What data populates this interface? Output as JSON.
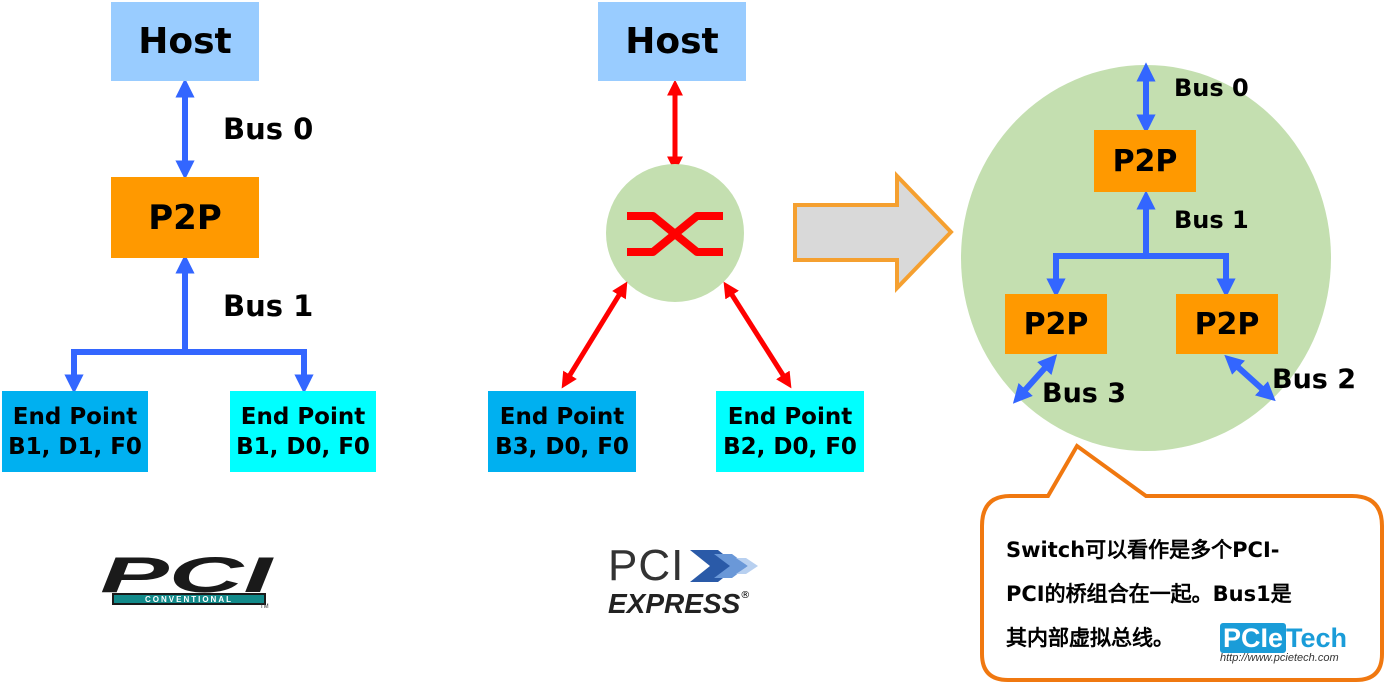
{
  "left": {
    "host": "Host",
    "p2p": "P2P",
    "bus0": "Bus 0",
    "bus1": "Bus 1",
    "ep1": {
      "line1": "End Point",
      "line2": "B1, D1, F0"
    },
    "ep2": {
      "line1": "End Point",
      "line2": "B1, D0, F0"
    },
    "logo": {
      "word": "PCI",
      "sub": "CONVENTIONAL",
      "tm": "TM"
    }
  },
  "middle": {
    "host": "Host",
    "ep1": {
      "line1": "End Point",
      "line2": "B3, D0, F0"
    },
    "ep2": {
      "line1": "End Point",
      "line2": "B2, D0, F0"
    },
    "logo": {
      "word": "PCI",
      "sub": "EXPRESS",
      "reg": "®"
    }
  },
  "right": {
    "bus0": "Bus 0",
    "bus1": "Bus 1",
    "bus2": "Bus 2",
    "bus3": "Bus 3",
    "p2p_top": "P2P",
    "p2p_left": "P2P",
    "p2p_right": "P2P"
  },
  "callout": {
    "line1": "Switch可以看作是多个PCI-",
    "line2": "PCI的桥组合在一起。Bus1是",
    "line3": "其内部虚拟总线。"
  },
  "brand": {
    "pcie": "PCIe",
    "tech": "Tech",
    "url": "http://www.pcietech.com"
  },
  "colors": {
    "host": "#99ccff",
    "p2p": "#ff9900",
    "ep_dark": "#00b0f0",
    "ep_light": "#00ffff",
    "pci_bus": "#3366ff",
    "pcie_link": "#ff0000",
    "switch": "#c4dfb0",
    "callout_border": "#f07810"
  }
}
